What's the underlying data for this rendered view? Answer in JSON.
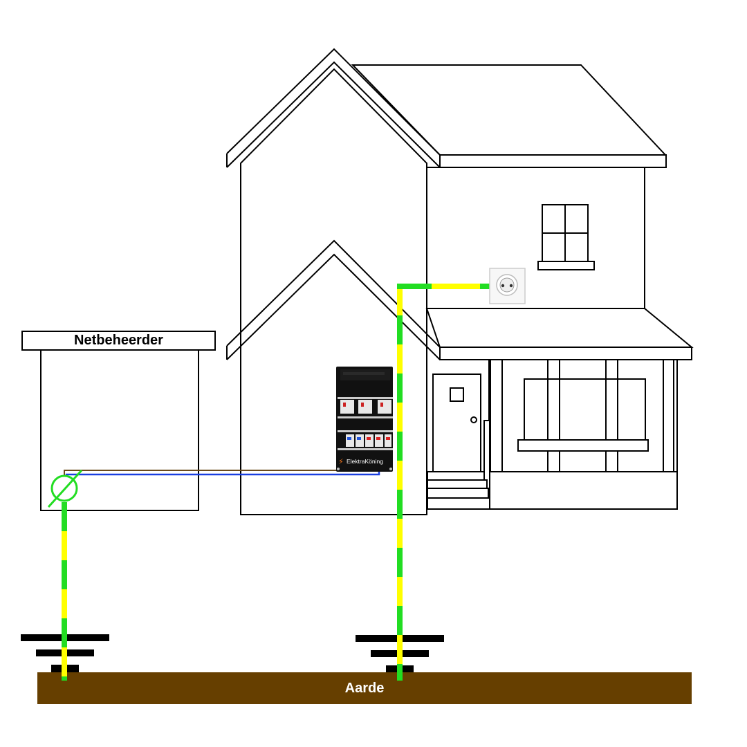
{
  "labels": {
    "netbeheerder": "Netbeheerder",
    "aarde": "Aarde",
    "brand": "ElektraKöning"
  },
  "colors": {
    "earth_wire_green": "#22dd22",
    "earth_wire_yellow": "#ffff00",
    "ground": "#663f00",
    "neutral_wire": "#1a3fe0",
    "phase_wire": "#6b4a1a",
    "outline": "#000000",
    "panel": "#111111"
  },
  "icons": [
    "electric-meter-icon",
    "ground-symbol-icon",
    "wall-socket-icon",
    "lightning-bolt-icon"
  ]
}
